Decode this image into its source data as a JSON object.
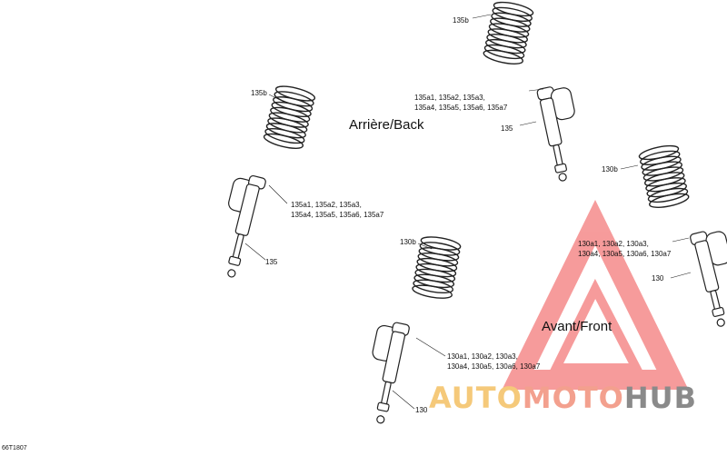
{
  "labels": {
    "rear_title": "Arrière/Back",
    "front_title": "Avant/Front",
    "spring_135b_top": "135b",
    "spring_135b_left": "135b",
    "kit_135_top_line1": "135a1, 135a2, 135a3,",
    "kit_135_top_line2": "135a4, 135a5, 135a6, 135a7",
    "shock_135_top": "135",
    "kit_135_left_line1": "135a1, 135a2, 135a3,",
    "kit_135_left_line2": "135a4, 135a5, 135a6, 135a7",
    "shock_135_left": "135",
    "spring_130b_right": "130b",
    "spring_130b_mid": "130b",
    "kit_130_right_line1": "130a1, 130a2, 130a3,",
    "kit_130_right_line2": "130a4, 130a5, 130a6, 130a7",
    "shock_130_right": "130",
    "kit_130_bottom_line1": "130a1, 130a2, 130a3,",
    "kit_130_bottom_line2": "130a4, 130a5, 130a6, 130a7",
    "shock_130_bottom": "130",
    "figure_ref": "66T1807"
  },
  "watermark": {
    "word_1": "AUTO",
    "word_2": "MOTO",
    "word_3": "HUB",
    "color_1": "#f5c97a",
    "color_2": "#f3a08e",
    "color_3": "#8a8a8a",
    "triangle_color": "#ef4a4a"
  }
}
